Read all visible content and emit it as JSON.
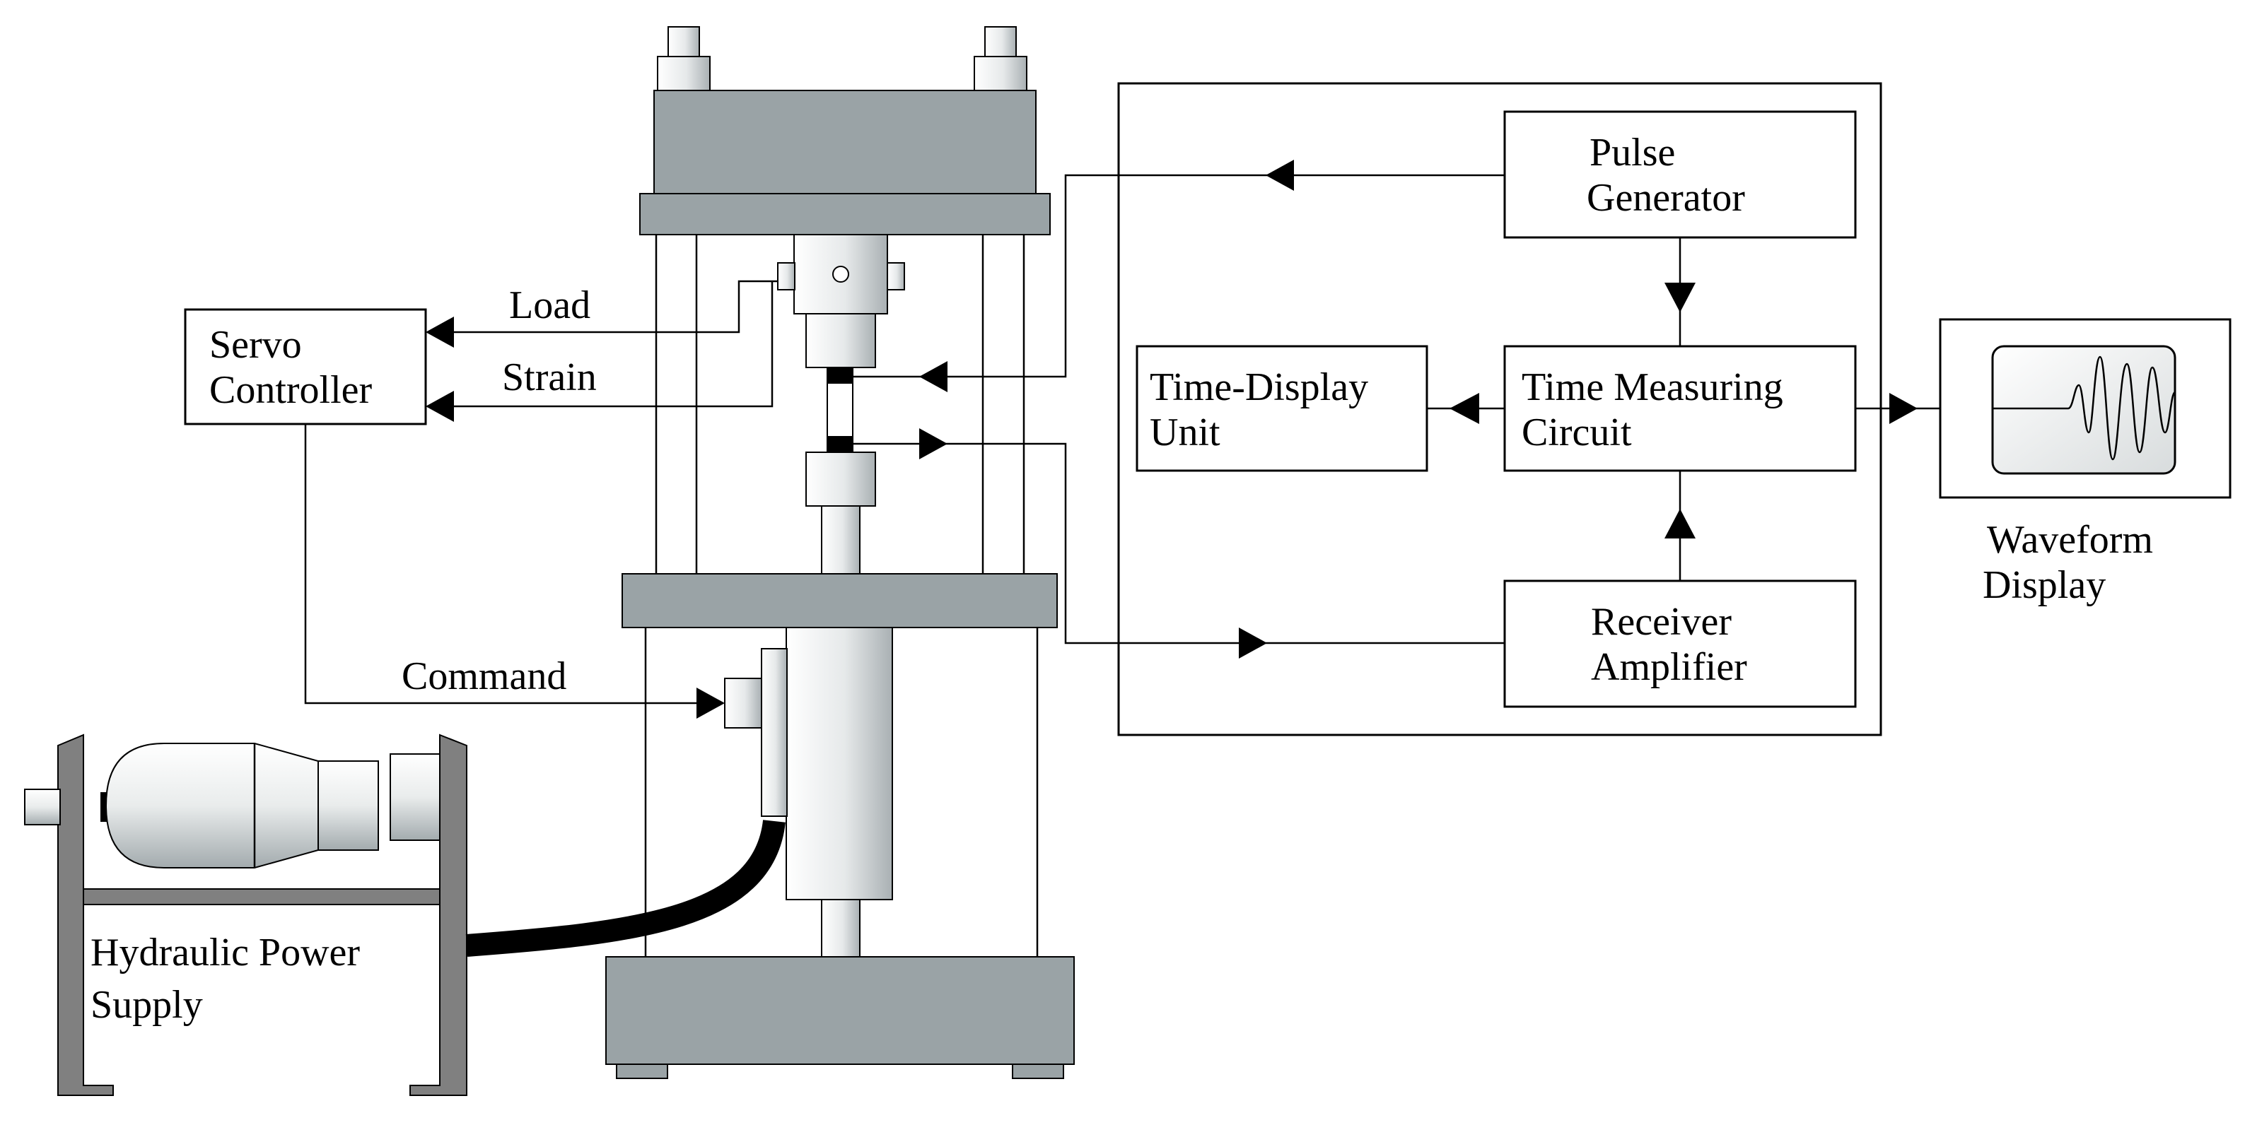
{
  "colors": {
    "line": "#000000",
    "background": "#ffffff",
    "machine_gray": "#9aa3a6",
    "frame_gray": "#808080",
    "hose": "#000000"
  },
  "labels": {
    "servo_controller": [
      "Servo",
      "Controller"
    ],
    "load": "Load",
    "strain": "Strain",
    "command": "Command",
    "hydraulic_power_supply": [
      "Hydraulic Power",
      "Supply"
    ],
    "pulse_generator": [
      "Pulse",
      "Generator"
    ],
    "time_display_unit": [
      "Time-Display",
      "Unit"
    ],
    "time_measuring_circuit": [
      "Time Measuring",
      "Circuit"
    ],
    "receiver_amplifier": [
      "Receiver",
      "Amplifier"
    ],
    "waveform_display": [
      "Waveform",
      "Display"
    ]
  },
  "icons": [
    "load-frame-icon",
    "hydraulic-pump-icon",
    "oscilloscope-icon",
    "waveform-trace-icon"
  ]
}
